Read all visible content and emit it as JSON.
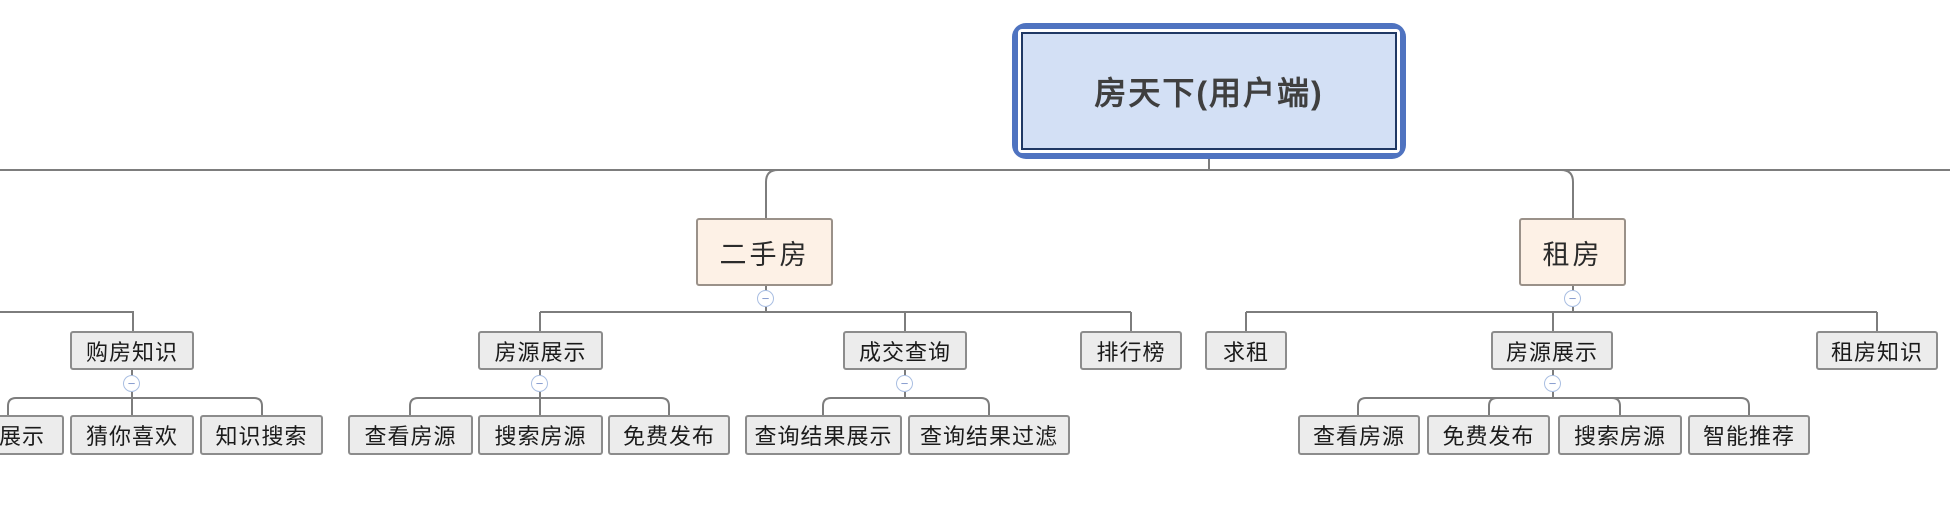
{
  "title": "房天下(用户端)",
  "collapse_glyph": "−",
  "colors": {
    "root_fill": "#d3e0f5",
    "root_outer_border": "#4f73c0",
    "root_inner_border": "#1f3864",
    "branch_fill": "#fdf1e6",
    "branch_border": "#9a9189",
    "node_fill": "#ececec",
    "node_border": "#8c8c8c",
    "connector_line": "#7d7d7d",
    "collapse_icon_border": "#a9bee2",
    "collapse_icon_glyph": "#8096cc"
  },
  "tree": {
    "root": {
      "label": "房天下(用户端)"
    },
    "branches": [
      {
        "label": "二手房",
        "children": [
          {
            "label": "房源展示",
            "children": [
              {
                "label": "查看房源"
              },
              {
                "label": "搜索房源"
              },
              {
                "label": "免费发布"
              }
            ]
          },
          {
            "label": "成交查询",
            "children": [
              {
                "label": "查询结果展示"
              },
              {
                "label": "查询结果过滤"
              }
            ]
          },
          {
            "label": "排行榜",
            "children": []
          }
        ]
      },
      {
        "label": "租房",
        "children": [
          {
            "label": "求租",
            "children": []
          },
          {
            "label": "房源展示",
            "children": [
              {
                "label": "查看房源"
              },
              {
                "label": "免费发布"
              },
              {
                "label": "搜索房源"
              },
              {
                "label": "智能推荐"
              }
            ]
          },
          {
            "label": "租房知识",
            "children": []
          }
        ]
      }
    ],
    "clipped_branch": {
      "note": "branch whose parent node is cut off at the left edge of the screenshot",
      "node": {
        "label": "购房知识"
      },
      "children": [
        {
          "label": "展示",
          "clipped": true
        },
        {
          "label": "猜你喜欢"
        },
        {
          "label": "知识搜索"
        }
      ]
    }
  }
}
